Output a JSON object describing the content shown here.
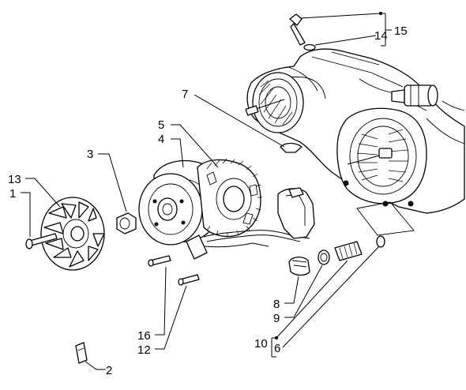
{
  "callouts": [
    {
      "id": "15",
      "text": "15"
    },
    {
      "id": "14",
      "text": "14"
    },
    {
      "id": "7",
      "text": "7"
    },
    {
      "id": "5",
      "text": "5"
    },
    {
      "id": "4",
      "text": "4"
    },
    {
      "id": "3",
      "text": "3"
    },
    {
      "id": "13",
      "text": "13"
    },
    {
      "id": "1",
      "text": "1"
    },
    {
      "id": "8",
      "text": "8"
    },
    {
      "id": "9",
      "text": "9"
    },
    {
      "id": "10",
      "text": "10"
    },
    {
      "id": "6",
      "text": "6"
    },
    {
      "id": "16",
      "text": "16"
    },
    {
      "id": "12",
      "text": "12"
    },
    {
      "id": "2",
      "text": "2"
    }
  ],
  "line_color": "#000000",
  "background": "#ffffff"
}
